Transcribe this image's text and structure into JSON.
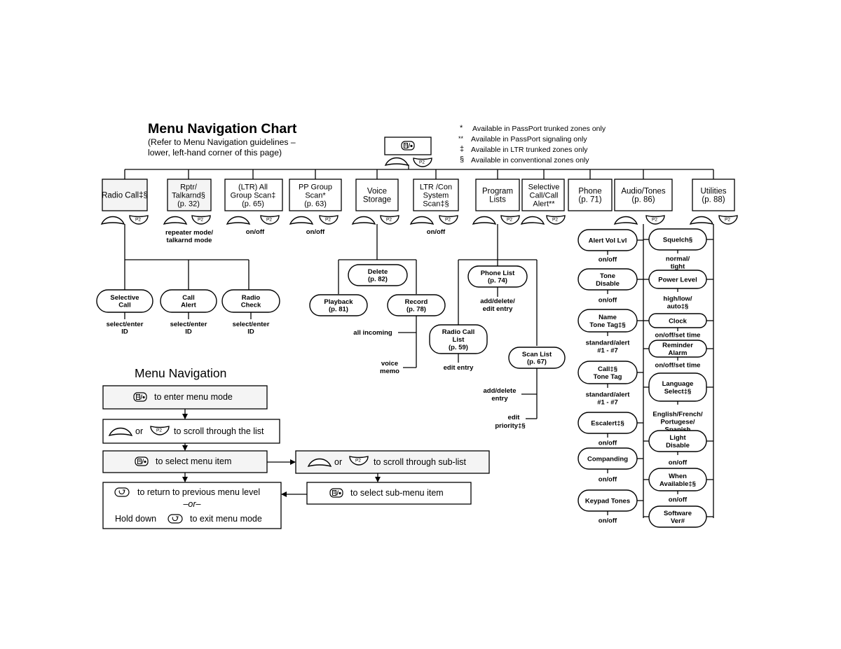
{
  "title": "Menu Navigation Chart",
  "subtitle": [
    "(Refer to Menu Navigation guidelines –",
    "lower, left-hand corner of this page)"
  ],
  "legend": [
    {
      "sym": "*",
      "text": "Available in PassPort trunked zones only"
    },
    {
      "sym": "**",
      "text": "Available in PassPort signaling only"
    },
    {
      "sym": "‡",
      "text": "Available in LTR trunked zones only"
    },
    {
      "sym": "§",
      "text": "Available in conventional zones only"
    }
  ],
  "top_menu": [
    {
      "lines": [
        "Radio Call‡§"
      ]
    },
    {
      "lines": [
        "Rptr/",
        "Talkarnd§",
        "(p. 32)"
      ]
    },
    {
      "lines": [
        "(LTR) All",
        "Group Scan‡",
        "(p. 65)"
      ]
    },
    {
      "lines": [
        "PP Group",
        "Scan*",
        "(p. 63)"
      ]
    },
    {
      "lines": [
        "Voice",
        "Storage"
      ]
    },
    {
      "lines": [
        "LTR /Con",
        "System",
        "Scan‡§"
      ]
    },
    {
      "lines": [
        "Program",
        "Lists"
      ]
    },
    {
      "lines": [
        "Selective",
        "Call/Call",
        "Alert**"
      ]
    },
    {
      "lines": [
        "Phone",
        "(p. 71)"
      ]
    },
    {
      "lines": [
        "Audio/Tones",
        "(p. 86)"
      ]
    },
    {
      "lines": [
        "Utilities",
        "(p. 88)"
      ]
    }
  ],
  "top_notes": {
    "rptr": [
      "repeater mode/",
      "talkarnd mode"
    ],
    "ltr_all": "on/off",
    "pp_group": "on/off",
    "ltr_con": "on/off"
  },
  "radio_call_sub": [
    {
      "lines": [
        "Selective",
        "Call"
      ],
      "note": [
        "select/enter",
        "ID"
      ]
    },
    {
      "lines": [
        "Call",
        "Alert"
      ],
      "note": [
        "select/enter",
        "ID"
      ]
    },
    {
      "lines": [
        "Radio",
        "Check"
      ],
      "note": [
        "select/enter",
        "ID"
      ]
    }
  ],
  "voice_sub": {
    "delete": [
      "Delete",
      "(p. 82)"
    ],
    "playback": [
      "Playback",
      "(p. 81)"
    ],
    "record": [
      "Record",
      "(p. 78)"
    ],
    "notes": [
      "all incoming",
      "voice",
      "memo"
    ]
  },
  "program_sub": {
    "phone_list": [
      "Phone List",
      "(p. 74)"
    ],
    "phone_note": [
      "add/delete/",
      "edit entry"
    ],
    "radio_call_list": [
      "Radio Call",
      "List",
      "(p. 59)"
    ],
    "radio_note": "edit entry",
    "scan_list": [
      "Scan List",
      "(p. 67)"
    ],
    "scan_notes": [
      "add/delete",
      "entry",
      "edit",
      "priority‡§"
    ]
  },
  "audio_sub": [
    {
      "lines": [
        "Alert Vol Lvl"
      ],
      "note": [
        "on/off"
      ]
    },
    {
      "lines": [
        "Tone",
        "Disable"
      ],
      "note": [
        "on/off"
      ]
    },
    {
      "lines": [
        "Name",
        "Tone Tag‡§"
      ],
      "note": [
        "standard/alert",
        "#1 - #7"
      ]
    },
    {
      "lines": [
        "Call‡§",
        "Tone Tag"
      ],
      "note": [
        "standard/alert",
        "#1 - #7"
      ]
    },
    {
      "lines": [
        "Escalert‡§"
      ],
      "note": [
        "on/off"
      ]
    },
    {
      "lines": [
        "Companding"
      ],
      "note": [
        "on/off"
      ]
    },
    {
      "lines": [
        "Keypad Tones"
      ],
      "note": [
        "on/off"
      ]
    }
  ],
  "util_sub": [
    {
      "lines": [
        "Squelch§"
      ],
      "note": [
        "normal/",
        "tight"
      ]
    },
    {
      "lines": [
        "Power Level"
      ],
      "note": [
        "high/low/",
        "auto‡§"
      ]
    },
    {
      "lines": [
        "Clock"
      ],
      "note": [
        "on/off/set time"
      ]
    },
    {
      "lines": [
        "Reminder",
        "Alarm"
      ],
      "note": [
        "on/off/set time"
      ]
    },
    {
      "lines": [
        "Language",
        "Select‡§"
      ],
      "note": [
        "English/French/",
        "Portugese/",
        "Spanish"
      ]
    },
    {
      "lines": [
        "Light",
        "Disable"
      ],
      "note": [
        "on/off"
      ]
    },
    {
      "lines": [
        "When",
        "Available‡§"
      ],
      "note": [
        "on/off"
      ]
    },
    {
      "lines": [
        "Software",
        "Ver#"
      ],
      "note": []
    }
  ],
  "nav": {
    "title": "Menu Navigation",
    "step1": "to enter menu mode",
    "or": "or",
    "step2": "to scroll through the list",
    "step3": "to select menu item",
    "step3b": "to scroll through sub-list",
    "step4": "to select sub-menu item",
    "step5a": "to return to previous menu level",
    "step5or": "–or–",
    "step5c_pre": "Hold down",
    "step5c_post": "to exit menu mode"
  },
  "icons": [
    "menu-select-icon",
    "scroll-up-button-icon",
    "scroll-down-button-icon",
    "back-button-icon"
  ]
}
